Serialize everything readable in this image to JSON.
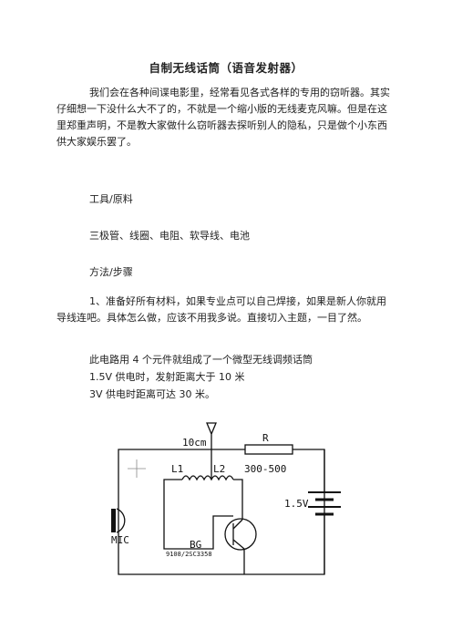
{
  "doc": {
    "title": "自制无线话筒（语音发射器）",
    "intro": "我们会在各种间谍电影里，经常看见各式各样的专用的窃听器。其实仔细想一下没什么大不了的，不就是一个缩小版的无线麦克风嘛。但是在这里郑重声明，不是教大家做什么窃听器去探听别人的隐私，只是做个小东西供大家娱乐罢了。",
    "tools_heading": "工具/原料",
    "materials": "三极管、线圈、电阻、软导线、电池",
    "method_heading": "方法/步骤",
    "step1": "1、准备好所有材料，如果专业点可以自己焊接，如果是新人你就用导线连吧。具体怎么做，应该不用我多说。直接切入主题，一目了然。",
    "desc1": "此电路用 4 个元件就组成了一个微型无线调频话筒",
    "desc2": "1.5V 供电时，发射距离大于 10 米",
    "desc3": "3V 供电时距离可达 30 米。"
  },
  "circuit": {
    "antenna_label": "10cm",
    "resistor_label": "R",
    "resistor_value": "300-500",
    "l1_label": "L1",
    "l2_label": "L2",
    "battery_label": "1.5V",
    "mic_label": "MIC",
    "bg_label": "BG",
    "transistor_part": "9108/2SC3358"
  }
}
